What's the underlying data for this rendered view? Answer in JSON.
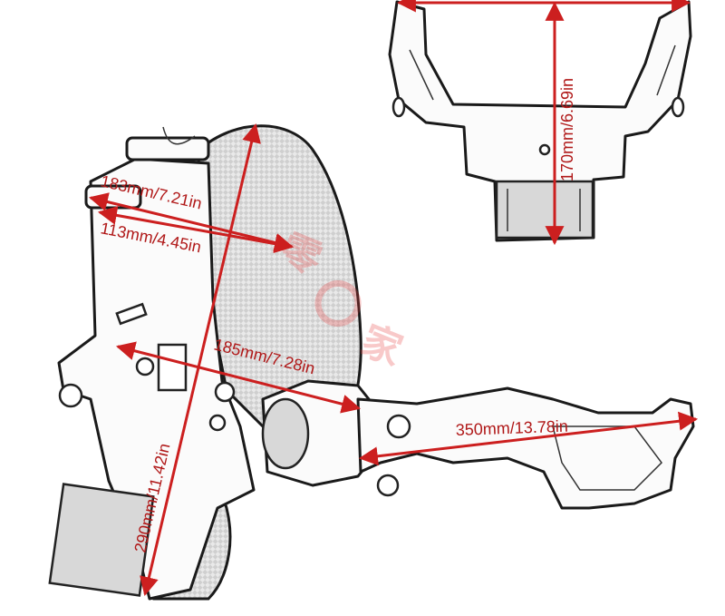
{
  "dimensions": {
    "top_height": "170mm/6.69in",
    "length_183": "183mm/7.21in",
    "length_113": "113mm/4.45in",
    "length_185": "185mm/7.28in",
    "length_350": "350mm/13.78in",
    "height_290": "290mm/11.42in"
  },
  "colors": {
    "dimension_line": "#cc1f1f",
    "watermark": "#e63c3c"
  },
  "watermark": {
    "glyphs": [
      "零",
      "家"
    ]
  }
}
